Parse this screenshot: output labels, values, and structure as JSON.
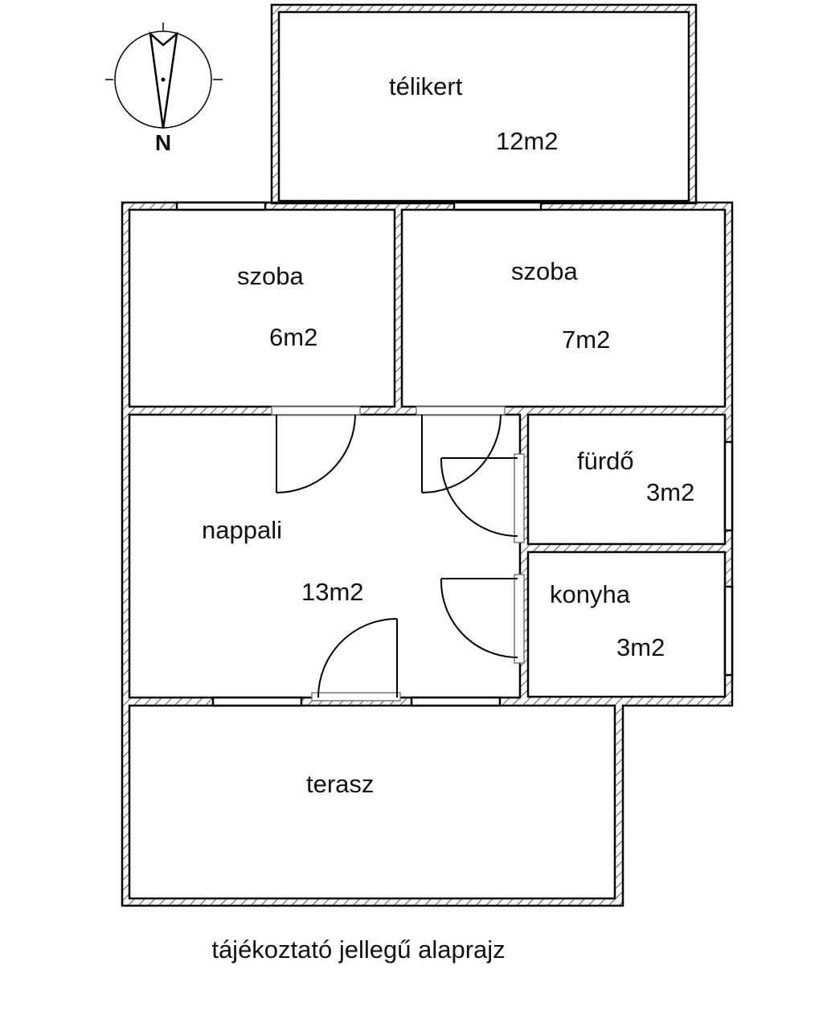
{
  "compass": {
    "north_label": "N"
  },
  "rooms": {
    "telikert": {
      "name": "télikert",
      "area": "12m2"
    },
    "szoba1": {
      "name": "szoba",
      "area": "6m2"
    },
    "szoba2": {
      "name": "szoba",
      "area": "7m2"
    },
    "furdo": {
      "name": "fürdő",
      "area": "3m2"
    },
    "nappali": {
      "name": "nappali",
      "area": "13m2"
    },
    "konyha": {
      "name": "konyha",
      "area": "3m2"
    },
    "terasz": {
      "name": "terasz"
    }
  },
  "caption": "tájékoztató jellegű alaprajz"
}
